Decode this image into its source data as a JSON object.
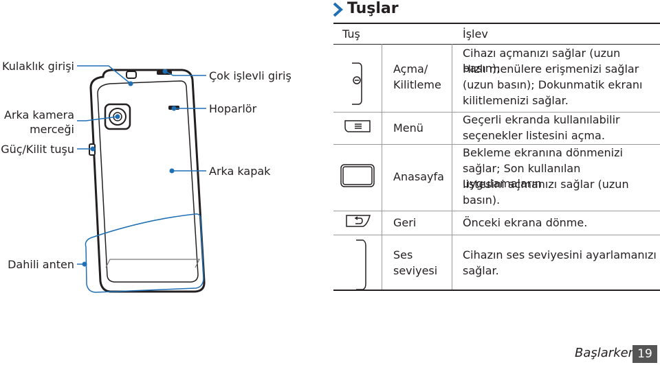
{
  "section": {
    "title": "Tuşlar"
  },
  "phone_labels": {
    "headphone_jack": "Kulaklık girişi",
    "rear_camera_line1": "Arka kamera",
    "rear_camera_line2": "merceği",
    "power_key": "Güç/Kilit tuşu",
    "internal_antenna": "Dahili anten",
    "multifunction_jack": "Çok işlevli giriş",
    "speaker": "Hoparlör",
    "back_cover": "Arka kapak"
  },
  "table": {
    "headers": {
      "key": "Tuş",
      "function": "İşlev"
    },
    "rows": [
      {
        "icon": "power-lock-key-icon",
        "name_lines": [
          "Açma/",
          "Kilitleme"
        ],
        "desc_lines": [
          "Cihazı açmanızı sağlar (uzun basın);",
          "Hızlı menülere erişmenizi sağlar",
          "(uzun basın); Dokunmatik ekranı",
          "kilitlemenizi sağlar."
        ]
      },
      {
        "icon": "menu-key-icon",
        "name_lines": [
          "Menü"
        ],
        "desc_lines": [
          "Geçerli ekranda kullanılabilir",
          "seçenekler listesini açma."
        ]
      },
      {
        "icon": "home-key-icon",
        "name_lines": [
          "Anasayfa"
        ],
        "desc_lines": [
          "Bekleme ekranına dönmenizi",
          "sağlar; Son kullanılan uygulamaların",
          "listesini açmanızı sağlar (uzun",
          "basın)."
        ]
      },
      {
        "icon": "back-key-icon",
        "name_lines": [
          "Geri"
        ],
        "desc_lines": [
          "Önceki ekrana dönme."
        ]
      },
      {
        "icon": "volume-key-icon",
        "name_lines": [
          "Ses",
          "seviyesi"
        ],
        "desc_lines": [
          "Cihazın ses seviyesini ayarlamanızı",
          "sağlar."
        ]
      }
    ]
  },
  "footer": {
    "chapter": "Başlarken",
    "page": "19"
  },
  "colors": {
    "callout": "#1f6fb5",
    "text": "#231f20",
    "page_box": "#555555"
  }
}
